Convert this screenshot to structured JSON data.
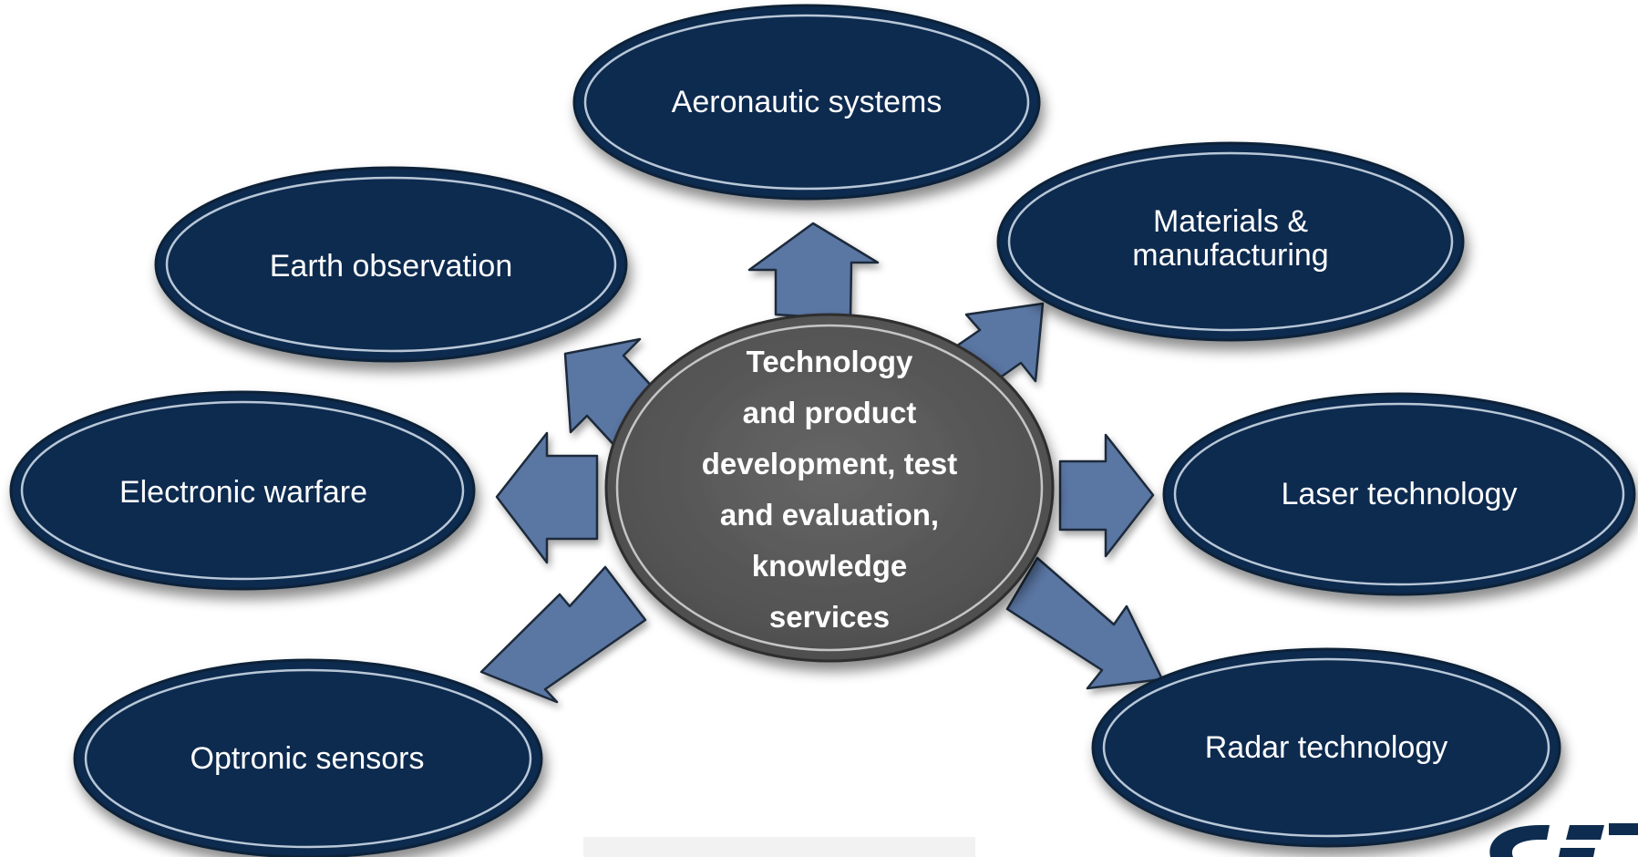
{
  "diagram": {
    "center": {
      "label": "Technology\nand product\ndevelopment, test\nand evaluation,\nknowledge\nservices"
    },
    "nodes": [
      {
        "key": "aeronautic",
        "label": "Aeronautic systems"
      },
      {
        "key": "materials",
        "label": "Materials &\nmanufacturing"
      },
      {
        "key": "earth",
        "label": "Earth observation"
      },
      {
        "key": "electronic",
        "label": "Electronic warfare"
      },
      {
        "key": "laser",
        "label": "Laser technology"
      },
      {
        "key": "optronic",
        "label": "Optronic sensors"
      },
      {
        "key": "radar",
        "label": "Radar technology"
      }
    ],
    "colors": {
      "node_fill": "#0d2c4f",
      "node_stroke": "#0a2038",
      "node_ring": "#d7e3ef",
      "arrow_fill": "#5a76a3",
      "arrow_stroke": "#1e2a3a",
      "hub_fill": "#5c5c5c",
      "hub_stroke": "#2e2e2e"
    }
  }
}
